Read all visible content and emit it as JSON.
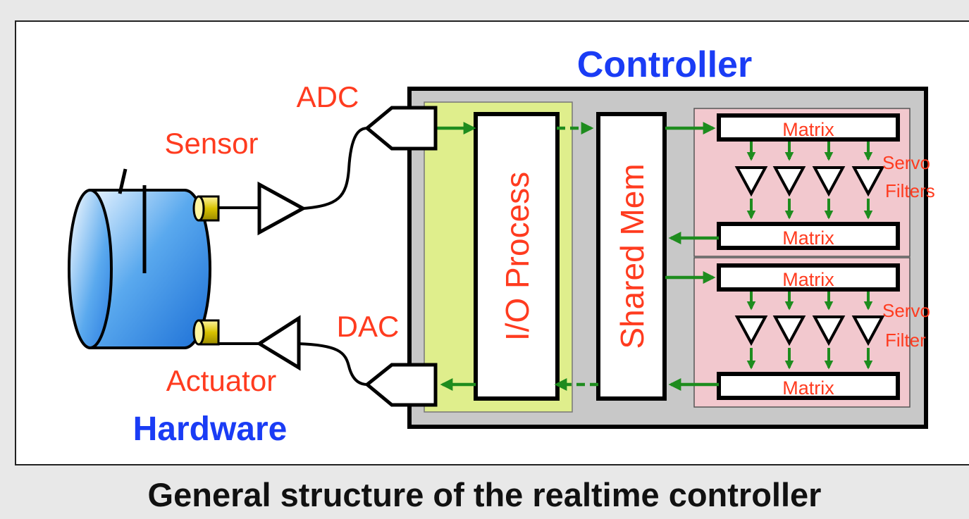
{
  "labels": {
    "controller": "Controller",
    "hardware": "Hardware",
    "adc": "ADC",
    "dac": "DAC",
    "sensor": "Sensor",
    "actuator": "Actuator",
    "io_process": "I/O Process",
    "shared_mem": "Shared Mem",
    "matrix_1": "Matrix",
    "matrix_2": "Matrix",
    "matrix_3": "Matrix",
    "matrix_4": "Matrix",
    "servo_1": "Servo",
    "filters_1": "Filters",
    "servo_2": "Servo",
    "filter_2": "Filter"
  },
  "caption": "General structure of the realtime  controller",
  "colors": {
    "background": "#e8e8e8",
    "panel": "#ffffff",
    "controller_box": "#c8c8c8",
    "io_region": "#dfee8c",
    "servo_region": "#f2c8ce",
    "arrow": "#1e8c1e",
    "red_text": "#ff3b1f",
    "blue_text": "#1a3cf5",
    "cylinder_body": "#3d95e6",
    "connector": "#d8c200"
  }
}
